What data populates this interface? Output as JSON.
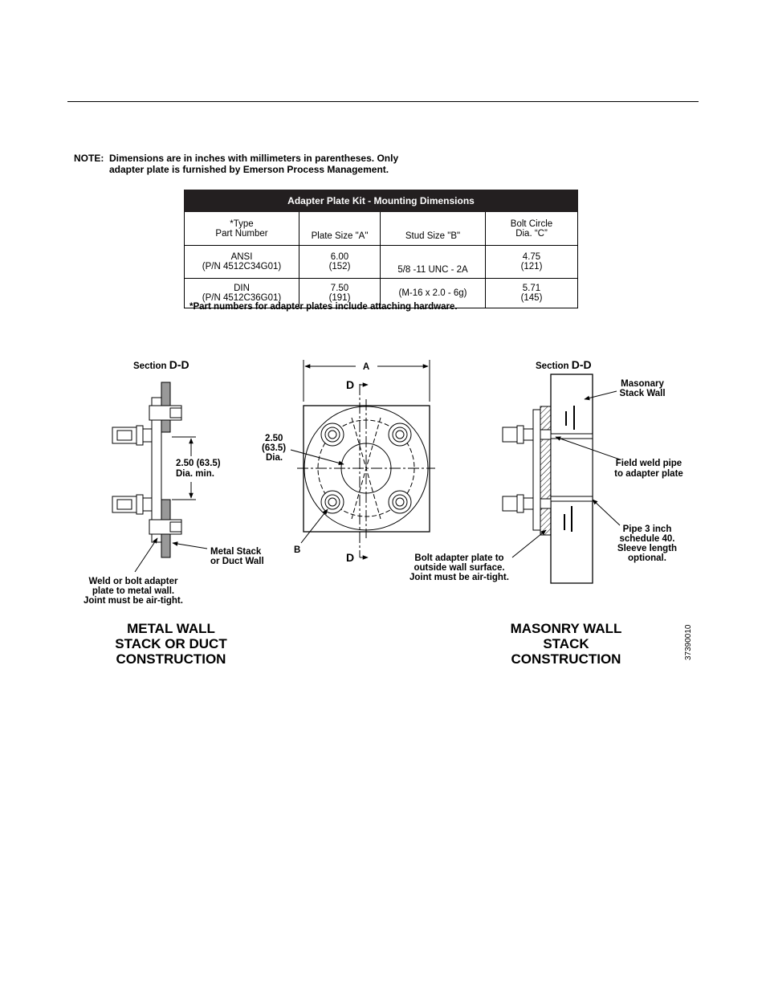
{
  "note": {
    "label": "NOTE:",
    "line1": "Dimensions are in inches with millimeters in parentheses. Only",
    "line2": "adapter plate is furnished by Emerson Process Management."
  },
  "table": {
    "caption": "Adapter  Plate Kit - Mounting  Dimensions",
    "headers": [
      "*Type",
      "Part Number",
      "Plate Size \"A\"",
      "Stud Size \"B\"",
      "Bolt Circle",
      "Dia. “C”"
    ],
    "rows": [
      {
        "type": "ANSI",
        "pn": "(P/N  4512C34G01)",
        "plate": "6.00",
        "plate_mm": "(152)",
        "stud": "5/8 -11 UNC - 2A",
        "bolt": "4.75",
        "bolt_mm": "(121)"
      },
      {
        "type": "DIN",
        "pn": "(P/N  4512C36G01)",
        "plate": "7.50",
        "plate_mm": "(191)",
        "stud": "(M-16 x 2.0 - 6g)",
        "bolt": "5.71",
        "bolt_mm": "(145)"
      }
    ],
    "footnote": "*Part numbers for adapter plates include attaching hardware."
  },
  "left": {
    "section_prefix": "Section ",
    "section_dd": "D-D",
    "dim1": "2.50 (63.5)",
    "dim2": "Dia. min.",
    "wall1": "Metal Stack",
    "wall2": "or Duct Wall",
    "weld1": "Weld or bolt adapter",
    "weld2": "plate to metal wall.",
    "weld3": "Joint must be air-tight.",
    "title1": "METAL WALL",
    "title2": "STACK  OR  DUCT",
    "title3": "CONSTRUCTION"
  },
  "center": {
    "a": "A",
    "d_top": "D",
    "d_bot": "D",
    "dia1": "2.50",
    "dia2": "(63.5)",
    "dia3": "Dia.",
    "b": "B",
    "bolt1": "Bolt adapter plate to",
    "bolt2": "outside wall surface.",
    "bolt3": "Joint must be air-tight."
  },
  "right": {
    "section_prefix": "Section ",
    "section_dd": "D-D",
    "mas1": "Masonary",
    "mas2": "Stack Wall",
    "field1": "Field weld pipe",
    "field2": "to adapter plate",
    "pipe1": "Pipe 3 inch",
    "pipe2": "schedule 40.",
    "pipe3": "Sleeve length",
    "pipe4": "optional.",
    "title1": "MASONRY  WALL",
    "title2": "STACK",
    "title3": "CONSTRUCTION"
  },
  "side_id": "37390010"
}
